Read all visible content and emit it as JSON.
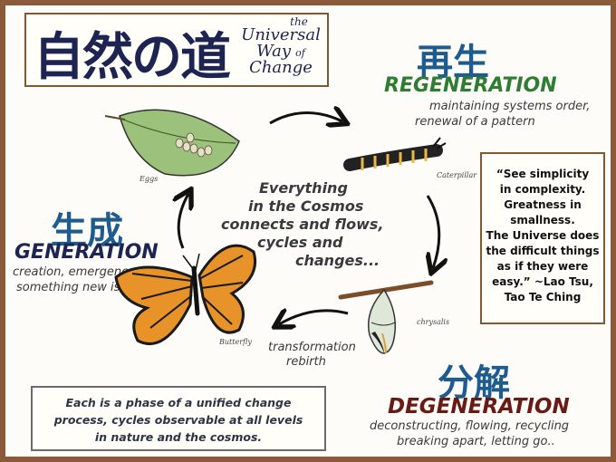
{
  "title": {
    "kanji": "自然の道",
    "the": "the",
    "universal": "Universal",
    "way": "Way",
    "of": "of",
    "change": "Change"
  },
  "regeneration": {
    "kanji": "再生",
    "name": "REGENERATION",
    "desc1": "maintaining systems order,",
    "desc2": "renewal of a pattern",
    "color": "#2e7d32"
  },
  "generation": {
    "kanji": "生成",
    "name": "GENERATION",
    "desc1": "creation, emergence",
    "desc2": "something new is born",
    "color": "#1d2452"
  },
  "degeneration": {
    "kanji": "分解",
    "name": "DEGENERATION",
    "desc1": "deconstructing, flowing, recycling",
    "desc2": "breaking apart, letting go..",
    "color": "#6a1a14"
  },
  "transformation": {
    "line1": "transformation",
    "line2": "rebirth"
  },
  "center": {
    "line1": "Everything",
    "line2": "in the Cosmos",
    "line3": "connects and flows,",
    "line4": "cycles and",
    "line5": "changes..."
  },
  "quote": {
    "lines": [
      "“See simplicity",
      "in complexity.",
      "Greatness in",
      "smallness.",
      "The Universe does",
      "the difficult things",
      "as if they were",
      "easy.” ~Lao Tsu,",
      "Tao Te Ching"
    ]
  },
  "bottom": {
    "line1": "Each is a phase of a unified change",
    "line2": "process, cycles observable at all levels",
    "line3": "in nature and the cosmos."
  },
  "stage_labels": {
    "eggs": "Eggs",
    "caterpillar": "Caterpillar",
    "chrysalis": "chrysalis",
    "butterfly": "Butterfly"
  }
}
